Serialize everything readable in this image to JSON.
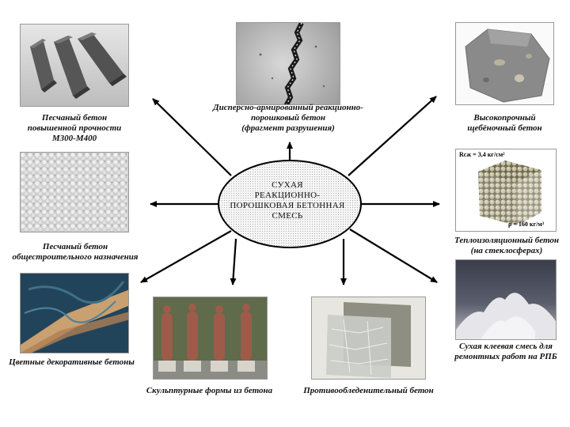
{
  "center": {
    "lines": [
      "СУХАЯ",
      "РЕАКЦИОННО-",
      "ПОРОШКОВАЯ БЕТОННАЯ",
      "СМЕСЬ"
    ]
  },
  "items": {
    "sand_high": {
      "lines": [
        "Песчаный бетон",
        "повышенной прочности",
        "М300-М400"
      ]
    },
    "dispersed": {
      "lines": [
        "Дисперсно-армированный реакционно-",
        "порошковый бетон",
        "(фрагмент разрушения)"
      ]
    },
    "high_strength": {
      "lines": [
        "Высокопрочный",
        "щебёночный бетон"
      ]
    },
    "sand_general": {
      "lines": [
        "Песчаный бетон",
        "общестроительного назначения"
      ]
    },
    "thermal": {
      "lines": [
        "Теплоизоляционный бетон",
        "(на стеклосферах)"
      ],
      "annotation_top": "Rсж = 3,4 кг/см²",
      "annotation_bottom": "ρ = 160 кг/м³"
    },
    "colored": {
      "lines": [
        "Цветные декоративные бетоны"
      ]
    },
    "sculptural": {
      "lines": [
        "Скульптурные формы из бетона"
      ]
    },
    "anti_icing": {
      "lines": [
        "Противообледенительный бетон"
      ]
    },
    "adhesive": {
      "lines": [
        "Сухая клеевая смесь для",
        "ремонтных работ на РПБ"
      ]
    }
  },
  "colors": {
    "arrow": "#000000",
    "ellipse_fill": "#f4f4f4",
    "ellipse_stroke": "#000000"
  }
}
